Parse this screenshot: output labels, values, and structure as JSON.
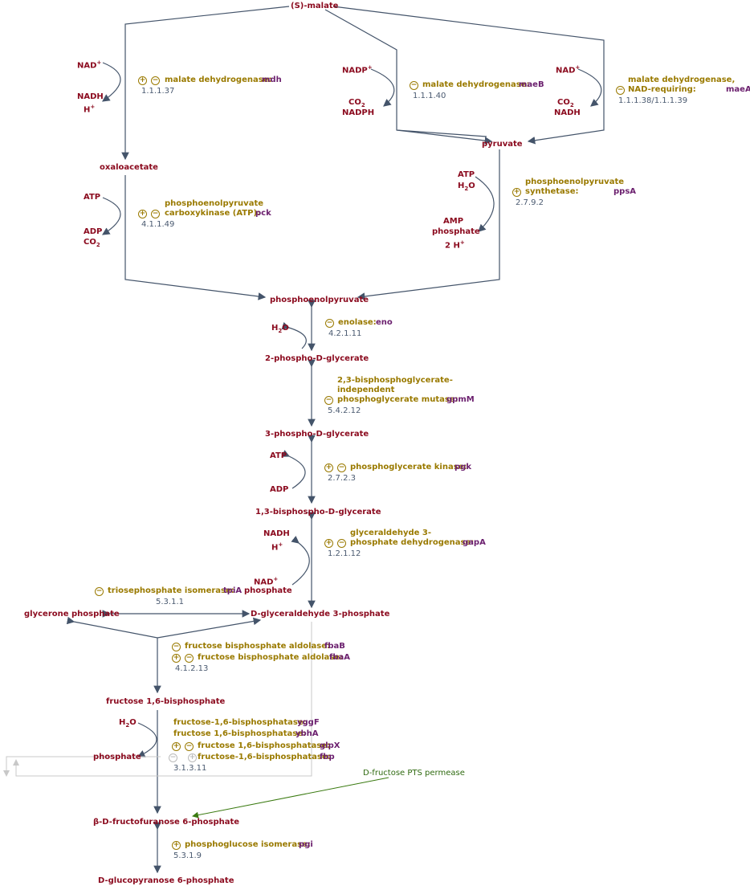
{
  "metabolites": {
    "malate": "(S)-malate",
    "oxaloacetate": "oxaloacetate",
    "pyruvate": "pyruvate",
    "pep": "phosphoenolpyruvate",
    "pg2": "2-phospho-D-glycerate",
    "pg3": "3-phospho-D-glycerate",
    "bpg": "1,3-bisphospho-D-glycerate",
    "g3p": "D-glyceraldehyde 3-phosphate",
    "dhap": "glycerone phosphate",
    "fbp": "fructose 1,6-bisphosphate",
    "f6p": "β-D-fructofuranose 6-phosphate",
    "g6p": "D-glucopyranose 6-phosphate"
  },
  "side": {
    "nad": "NAD",
    "nadh": "NADH",
    "h": "H",
    "nadp": "NADP",
    "co2": "CO",
    "nadph": "NADPH",
    "atp": "ATP",
    "adp": "ADP",
    "h2o": "H",
    "amp": "AMP",
    "phosphate": "phosphate",
    "twoh": "2 H",
    "o": "O",
    "sub2": "2",
    "plus": "+"
  },
  "enzymes": {
    "mdh": {
      "name": "malate dehydrogenase:",
      "gene": "mdh",
      "ec": "1.1.1.37"
    },
    "maeB": {
      "name": "malate dehydrogenase:",
      "gene": "maeB",
      "ec": "1.1.1.40"
    },
    "maeA": {
      "name1": "malate dehydrogenase,",
      "name2": "NAD-requiring:",
      "gene": "maeA",
      "ec": "1.1.1.38/1.1.1.39"
    },
    "pck": {
      "name1": "phosphoenolpyruvate",
      "name2": "carboxykinase (ATP):",
      "gene": "pck",
      "ec": "4.1.1.49"
    },
    "ppsA": {
      "name1": "phosphoenolpyruvate",
      "name2": "synthetase:",
      "gene": "ppsA",
      "ec": "2.7.9.2"
    },
    "eno": {
      "name": "enolase:",
      "gene": "eno",
      "ec": "4.2.1.11"
    },
    "gpmM": {
      "name1": "2,3-bisphosphoglycerate-",
      "name2": "independent",
      "name3": "phosphoglycerate mutase:",
      "gene": "gpmM",
      "ec": "5.4.2.12"
    },
    "pgk": {
      "name": "phosphoglycerate kinase:",
      "gene": "pgk",
      "ec": "2.7.2.3"
    },
    "gapA": {
      "name1": "glyceraldehyde 3-",
      "name2": "phosphate dehydrogenase:",
      "gene": "gapA",
      "ec": "1.2.1.12"
    },
    "tpiA": {
      "name": "triosephosphate isomerase:",
      "gene": "tpiA",
      "ec": "5.3.1.1"
    },
    "fbaB": {
      "name": "fructose bisphosphate aldolase:",
      "gene": "fbaB"
    },
    "fbaA": {
      "name": "fructose bisphosphate aldolase:",
      "gene": "fbaA",
      "ec": "4.1.2.13"
    },
    "yggF": {
      "name": "fructose-1,6-bisphosphatase:",
      "gene": "yggF"
    },
    "ybhA": {
      "name": "fructose 1,6-bisphosphatase:",
      "gene": "ybhA"
    },
    "glpX": {
      "name": "fructose 1,6-bisphosphatase:",
      "gene": "glpX"
    },
    "fbp": {
      "name": "fructose-1,6-bisphosphatase:",
      "gene": "fbp",
      "ec": "3.1.3.11"
    },
    "pgi": {
      "name": "phosphoglucose isomerase:",
      "gene": "pgi",
      "ec": "5.3.1.9"
    }
  },
  "pts": "D-fructose PTS permease",
  "symbols": {
    "plus": "+",
    "minus": "−"
  },
  "colors": {
    "metabolite": "#8b0a1e",
    "enzyme": "#9a7a00",
    "gene": "#6b1f6e",
    "arrow": "#44546a",
    "pts": "#2f6a10"
  }
}
